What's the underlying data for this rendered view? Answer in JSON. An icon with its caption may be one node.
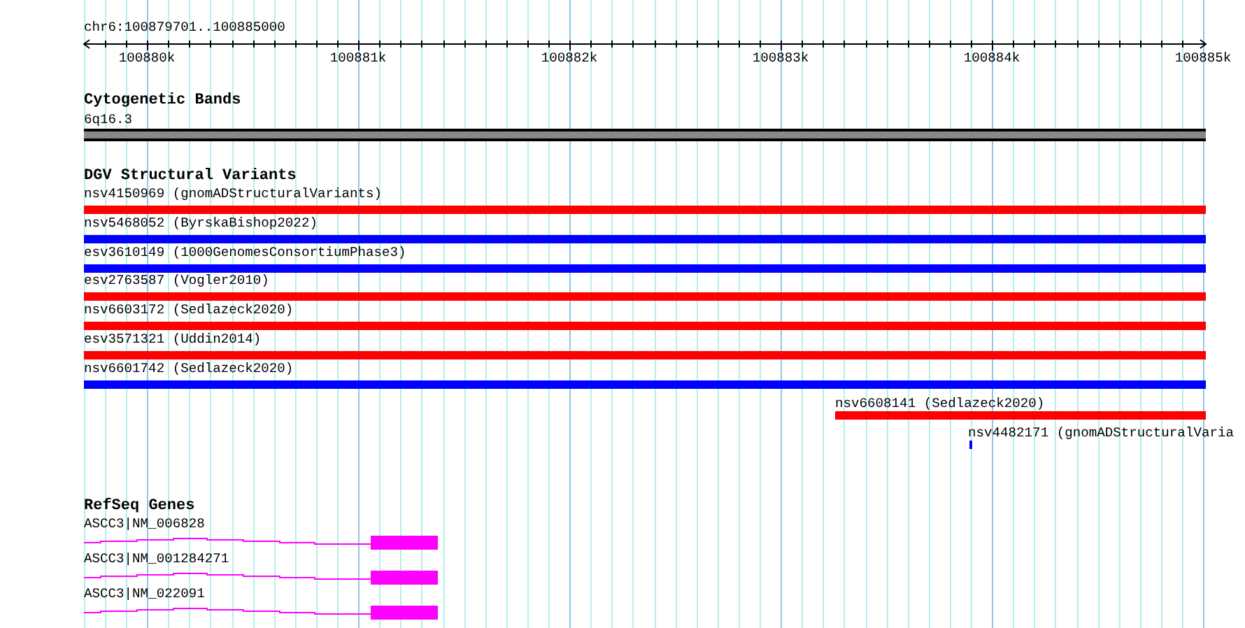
{
  "diagram": {
    "title": "chr6:100879701..100885000",
    "nodes": [
      {
        "text": [
          "Cytogenetic Bands"
        ]
      },
      {
        "text": [
          "6q16.3"
        ],
        "in": 0
      },
      {
        "text": [
          "DGV Structural Variants"
        ]
      },
      {
        "text": [
          "nsv4150969 (gnomADStructuralVariants)"
        ],
        "in": 2
      },
      {
        "text": [
          "nsv5468052 (ByrskaBishop2022)"
        ],
        "in": 2
      },
      {
        "text": [
          "esv3610149 (1000GenomesConsortiumPhase3)"
        ],
        "in": 2
      },
      {
        "text": [
          "esv2763587 (Vogler2010)"
        ],
        "in": 2
      },
      {
        "text": [
          "nsv6603172 (Sedlazeck2020)"
        ],
        "in": 2
      },
      {
        "text": [
          "esv3571321 (Uddin2014)"
        ],
        "in": 2
      },
      {
        "text": [
          "nsv6601742 (Sedlazeck2020)"
        ],
        "in": 2
      },
      {
        "text": [
          "nsv6608141 (Sedlazeck2020)"
        ],
        "in": 2
      },
      {
        "text": [
          "nsv4482171 (gnomADStructuralVaria"
        ],
        "in": 2
      },
      {
        "text": [
          "RefSeq Genes"
        ]
      },
      {
        "text": [
          "ASCC3|NM_006828"
        ],
        "in": 12
      },
      {
        "text": [
          "ASCC3|NM_001284271"
        ],
        "in": 12
      },
      {
        "text": [
          "ASCC3|NM_022091"
        ],
        "in": 12
      }
    ],
    "edges": [],
    "labels": [
      "100880k",
      "100881k",
      "100882k",
      "100883k",
      "100884k",
      "100885k"
    ]
  }
}
